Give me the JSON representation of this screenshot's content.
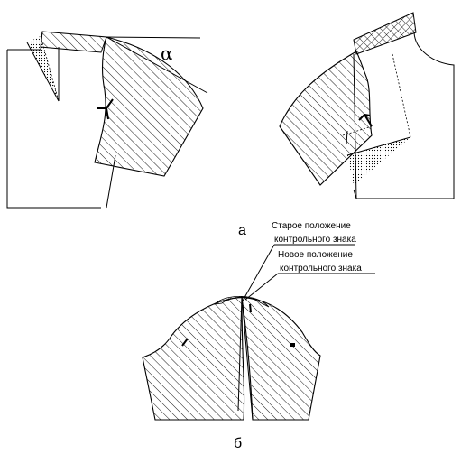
{
  "figure": {
    "part_a_label": "а",
    "part_b_label": "б",
    "angle_symbol": "α",
    "annotation_old": [
      "Старое положение",
      "контрольного знака"
    ],
    "annotation_new": [
      "Новое  положение",
      "контрольного знака"
    ]
  },
  "colors": {
    "line": "#000000",
    "background": "#ffffff"
  }
}
